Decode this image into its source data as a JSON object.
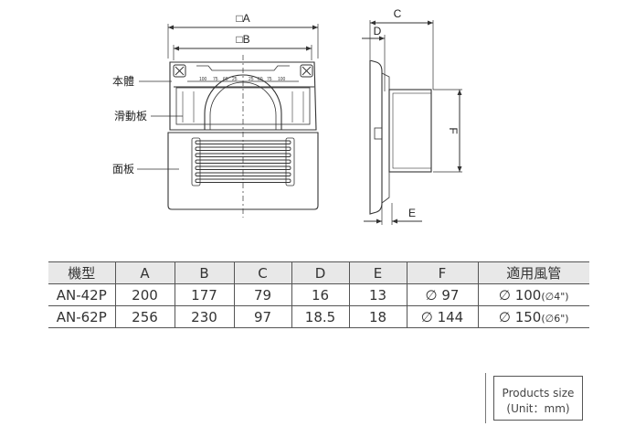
{
  "drawing": {
    "dim_labels": {
      "A": "□A",
      "B": "□B",
      "C": "C",
      "D": "D",
      "E": "E",
      "F": "F"
    },
    "part_labels": {
      "body": "本體",
      "slider": "滑動板",
      "panel": "面板"
    },
    "scale_marks": [
      "100",
      "75",
      "60",
      "25",
      "25",
      "60",
      "75",
      "100"
    ]
  },
  "table": {
    "headers": [
      "機型",
      "A",
      "B",
      "C",
      "D",
      "E",
      "F",
      "適用風管"
    ],
    "rows": [
      {
        "model": "AN-42P",
        "A": "200",
        "B": "177",
        "C": "79",
        "D": "16",
        "E": "13",
        "F": "∅ 97",
        "duct": "∅ 100",
        "duct_inch": "(∅4\")"
      },
      {
        "model": "AN-62P",
        "A": "256",
        "B": "230",
        "C": "97",
        "D": "18.5",
        "E": "18",
        "F": "∅ 144",
        "duct": "∅ 150",
        "duct_inch": "(∅6\")"
      }
    ]
  },
  "note": {
    "line1": "Products size",
    "line2": "(Unit：mm)"
  }
}
